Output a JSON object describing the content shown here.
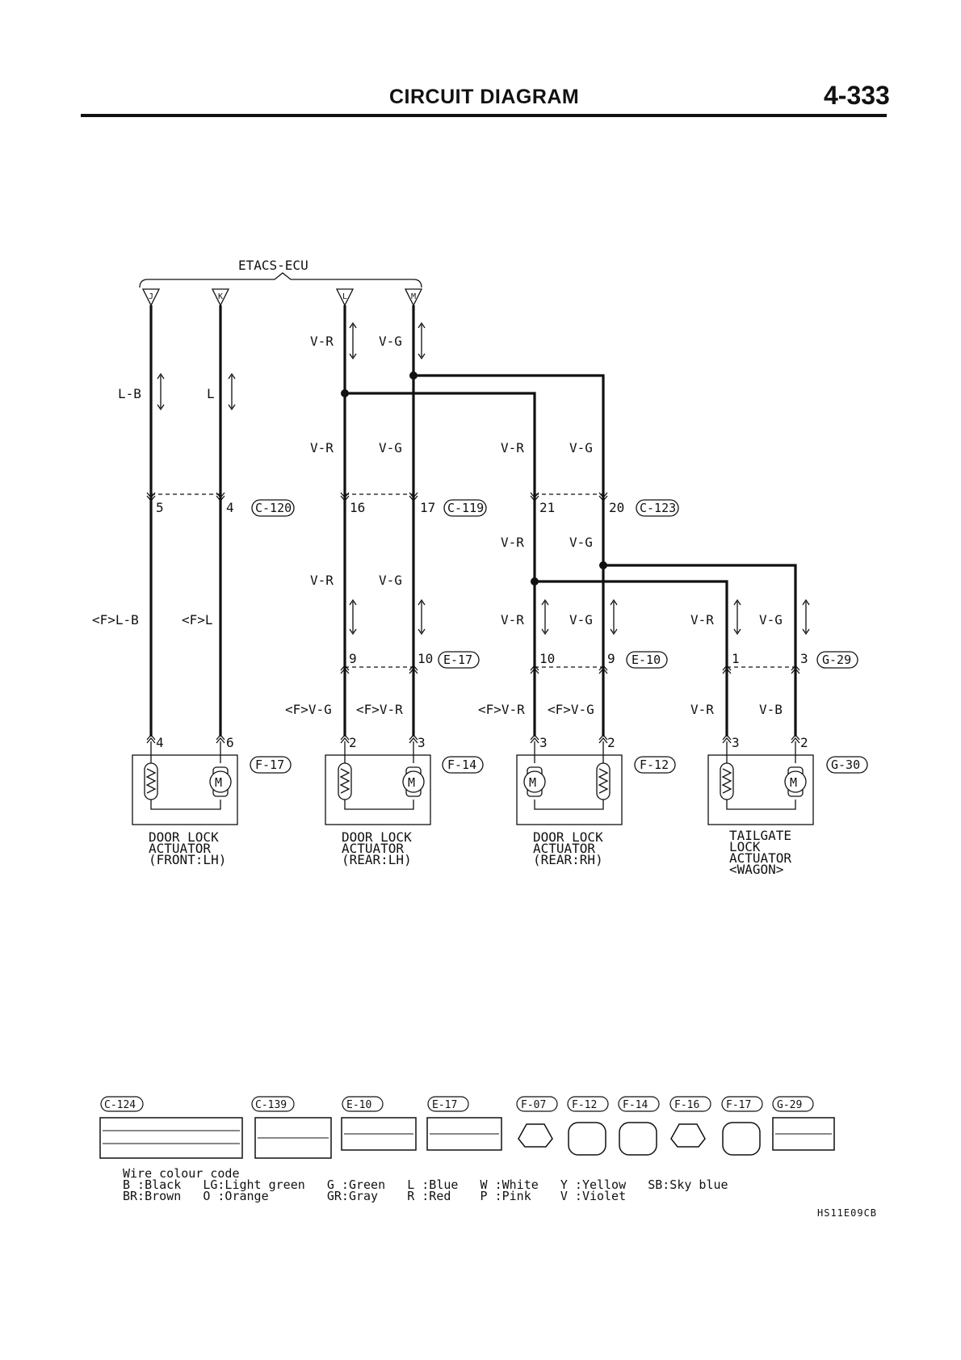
{
  "header": {
    "title": "CIRCUIT DIAGRAM",
    "page_number": "4-333"
  },
  "ecu": {
    "name": "ETACS-ECU",
    "terminals": [
      "J",
      "K",
      "L",
      "M"
    ]
  },
  "wires": {
    "lb": "L-B",
    "l": "L",
    "vr": "V-R",
    "vg": "V-G",
    "vb": "V-B",
    "f_lb": "<F>L-B",
    "f_l": "<F>L",
    "f_vg": "<F>V-G",
    "f_vr": "<F>V-R"
  },
  "connectors": {
    "c120": {
      "id": "C-120",
      "pins": [
        "5",
        "4"
      ]
    },
    "c119": {
      "id": "C-119",
      "pins": [
        "16",
        "17"
      ]
    },
    "c123": {
      "id": "C-123",
      "pins": [
        "21",
        "20"
      ]
    },
    "e17": {
      "id": "E-17",
      "pins": [
        "9",
        "10"
      ]
    },
    "e10": {
      "id": "E-10",
      "pins": [
        "10",
        "9"
      ]
    },
    "g29": {
      "id": "G-29",
      "pins": [
        "1",
        "3"
      ]
    }
  },
  "actuators": [
    {
      "id": "F-17",
      "pins": [
        "4",
        "6"
      ],
      "label": [
        "DOOR LOCK",
        "ACTUATOR",
        "(FRONT:LH)"
      ]
    },
    {
      "id": "F-14",
      "pins": [
        "2",
        "3"
      ],
      "label": [
        "DOOR LOCK",
        "ACTUATOR",
        "(REAR:LH)"
      ]
    },
    {
      "id": "F-12",
      "pins": [
        "3",
        "2"
      ],
      "label": [
        "DOOR LOCK",
        "ACTUATOR",
        "(REAR:RH)"
      ]
    },
    {
      "id": "G-30",
      "pins": [
        "3",
        "2"
      ],
      "label": [
        "TAILGATE",
        "LOCK",
        "ACTUATOR",
        "<WAGON>"
      ]
    }
  ],
  "connector_views": [
    "C-124",
    "C-139",
    "E-10",
    "E-17",
    "F-07",
    "F-12",
    "F-14",
    "F-16",
    "F-17",
    "G-29"
  ],
  "wire_colour_code": {
    "title": "Wire colour code",
    "row1": "B :Black   LG:Light green   G :Green   L :Blue   W :White   Y :Yellow   SB:Sky blue",
    "row2": "BR:Brown   O :Orange        GR:Gray    R :Red    P :Pink    V :Violet"
  },
  "reference_code": "HS11E09CB"
}
